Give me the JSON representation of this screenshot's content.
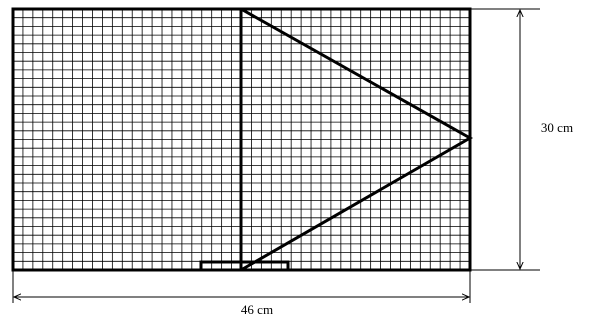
{
  "diagram": {
    "width_label": "46 cm",
    "height_label": "30 cm",
    "grid": {
      "columns": 46,
      "rows": 30
    },
    "colors": {
      "line": "#000000",
      "background": "#ffffff"
    }
  }
}
